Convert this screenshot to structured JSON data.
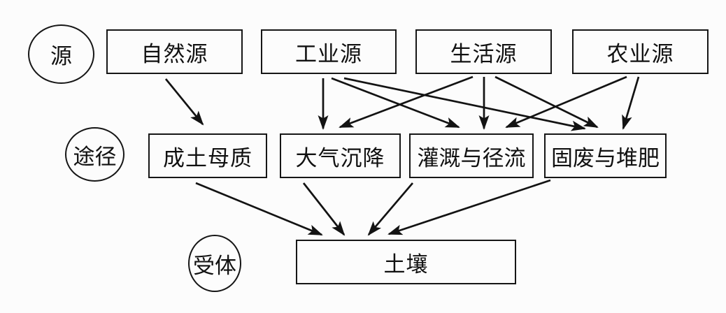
{
  "diagram": {
    "type": "flow-diagram",
    "description": "Soil pollution source-pathway-receptor diagram",
    "background_color": "#fcfcfc",
    "line_color": "#131313",
    "row_labels": [
      {
        "id": "sources",
        "label": "源"
      },
      {
        "id": "pathways",
        "label": "途径"
      },
      {
        "id": "receptor",
        "label": "受体"
      }
    ],
    "nodes": {
      "natural": "自然源",
      "industry": "工业源",
      "domestic": "生活源",
      "agriculture": "农业源",
      "parent_material": "成土母质",
      "atmospheric_deposition": "大气沉降",
      "irrigation_runoff": "灌溉与径流",
      "solid_waste_compost": "固废与堆肥",
      "soil": "土壤"
    },
    "edges": [
      {
        "from": "自然源",
        "to": "成土母质"
      },
      {
        "from": "工业源",
        "to": "大气沉降"
      },
      {
        "from": "工业源",
        "to": "灌溉与径流"
      },
      {
        "from": "工业源",
        "to": "固废与堆肥"
      },
      {
        "from": "生活源",
        "to": "大气沉降"
      },
      {
        "from": "生活源",
        "to": "灌溉与径流"
      },
      {
        "from": "生活源",
        "to": "固废与堆肥"
      },
      {
        "from": "农业源",
        "to": "灌溉与径流"
      },
      {
        "from": "农业源",
        "to": "固废与堆肥"
      },
      {
        "from": "成土母质",
        "to": "土壤"
      },
      {
        "from": "大气沉降",
        "to": "土壤"
      },
      {
        "from": "灌溉与径流",
        "to": "土壤"
      },
      {
        "from": "固废与堆肥",
        "to": "土壤"
      }
    ]
  }
}
